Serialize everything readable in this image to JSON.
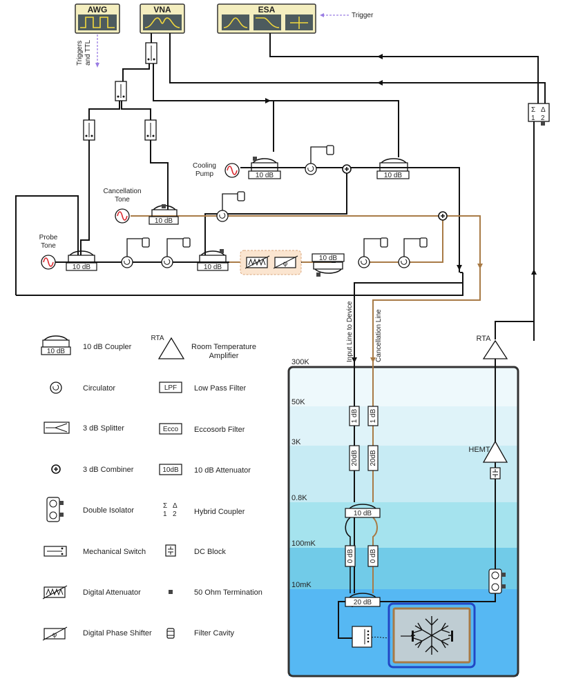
{
  "instruments": {
    "awg": "AWG",
    "vna": "VNA",
    "esa": "ESA"
  },
  "annotations": {
    "trigger": "Trigger",
    "triggers_ttl_1": "Triggers",
    "triggers_ttl_2": "and TTL",
    "cooling_pump_1": "Cooling",
    "cooling_pump_2": "Pump",
    "cancellation_tone_1": "Cancellation",
    "cancellation_tone_2": "Tone",
    "probe_tone_1": "Probe",
    "probe_tone_2": "Tone",
    "input_line": "Input Line to Device",
    "cancellation_line": "Cancellation Line",
    "rta": "RTA",
    "hemt": "HEMT"
  },
  "component_labels": {
    "coupler_10db": "10 dB",
    "coupler_20db": "20 dB",
    "att_1db": "1 dB",
    "att_20db": "20dB",
    "att_0db": "0 dB"
  },
  "temperatures": [
    "300K",
    "50K",
    "3K",
    "0.8K",
    "100mK",
    "10mK"
  ],
  "legend": {
    "left": [
      {
        "label": "10 dB Coupler",
        "icon": "coupler-icon"
      },
      {
        "label": "Circulator",
        "icon": "circulator-icon"
      },
      {
        "label": "3 dB Splitter",
        "icon": "splitter-icon"
      },
      {
        "label": "3 dB Combiner",
        "icon": "combiner-icon"
      },
      {
        "label": "Double Isolator",
        "icon": "double-isolator-icon"
      },
      {
        "label": "Mechanical Switch",
        "icon": "mechanical-switch-icon"
      },
      {
        "label": "Digital Attenuator",
        "icon": "digital-attenuator-icon"
      },
      {
        "label": "Digital Phase Shifter",
        "icon": "phase-shifter-icon"
      }
    ],
    "right_rta_symbol": "RTA",
    "right": [
      {
        "label": "Room Temperature",
        "label2": "Amplifier",
        "icon": "amplifier-icon"
      },
      {
        "label": "Low Pass Filter",
        "symbol": "LPF",
        "icon": "low-pass-filter-icon"
      },
      {
        "label": "Eccosorb Filter",
        "symbol": "Ecco",
        "icon": "eccosorb-filter-icon"
      },
      {
        "label": "10 dB Attenuator",
        "symbol": "10dB",
        "icon": "attenuator-icon"
      },
      {
        "label": "Hybrid Coupler",
        "icon": "hybrid-coupler-icon"
      },
      {
        "label": "DC Block",
        "icon": "dc-block-icon"
      },
      {
        "label": "50 Ohm Termination",
        "icon": "termination-icon"
      },
      {
        "label": "Filter Cavity",
        "icon": "filter-cavity-icon"
      }
    ]
  },
  "hybrid_symbols": {
    "sigma": "Σ",
    "delta": "Δ",
    "one": "1",
    "two": "2"
  },
  "phase_symbol": "φ",
  "colors": {
    "black_line": "#111111",
    "brown_line": "#a87a45",
    "source_red": "#d9262c",
    "instrument_bg": "#4d5b5e",
    "instrument_header": "#f4eebf",
    "instrument_trace": "#f3d93d",
    "attenuator_box_bg": "#fbe5d0",
    "fridge_frame": "#333333",
    "device_blue": "#2147c4"
  }
}
